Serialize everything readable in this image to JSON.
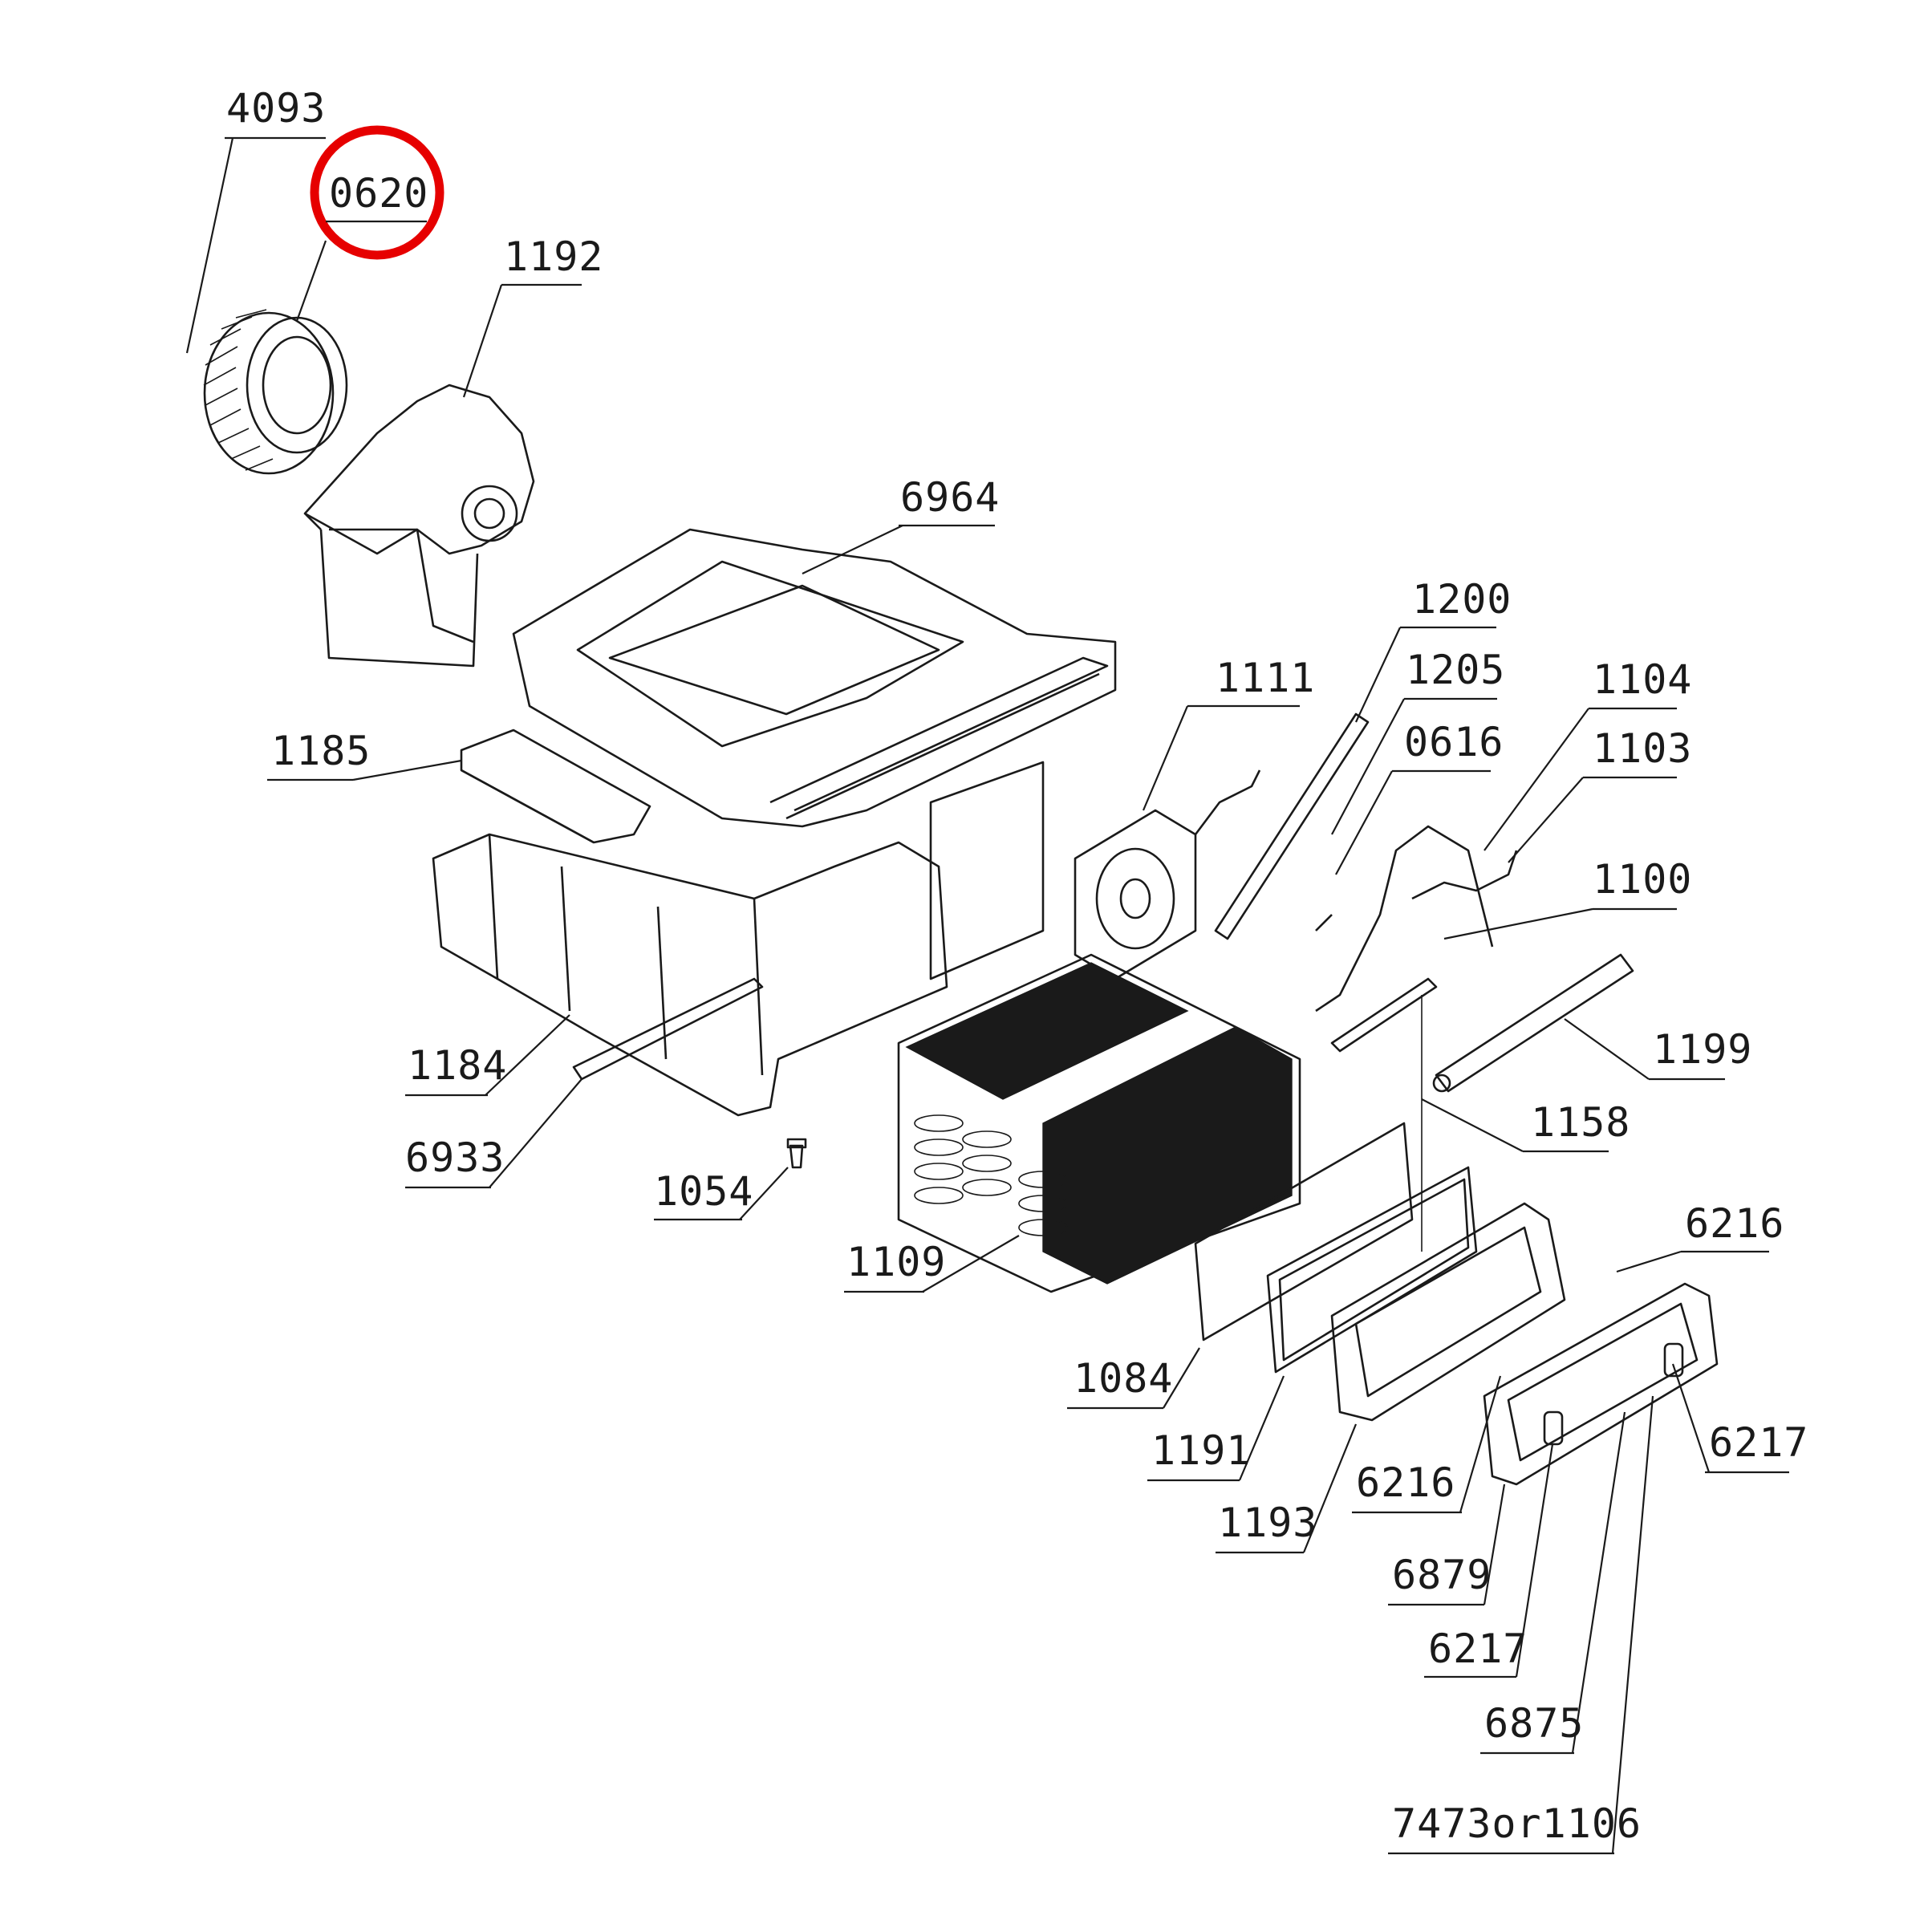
{
  "highlight": {
    "part": "0620",
    "color": "#e60000"
  },
  "callouts": [
    {
      "id": "4093"
    },
    {
      "id": "0620"
    },
    {
      "id": "1192"
    },
    {
      "id": "6964"
    },
    {
      "id": "1185"
    },
    {
      "id": "1184"
    },
    {
      "id": "6933"
    },
    {
      "id": "1054"
    },
    {
      "id": "1111"
    },
    {
      "id": "1200"
    },
    {
      "id": "1205"
    },
    {
      "id": "0616"
    },
    {
      "id": "1104"
    },
    {
      "id": "1103"
    },
    {
      "id": "1100"
    },
    {
      "id": "1199"
    },
    {
      "id": "1158"
    },
    {
      "id": "1109"
    },
    {
      "id": "1084"
    },
    {
      "id": "1191"
    },
    {
      "id": "1193"
    },
    {
      "id": "6216"
    },
    {
      "id": "6216"
    },
    {
      "id": "6217"
    },
    {
      "id": "6217"
    },
    {
      "id": "6879"
    },
    {
      "id": "6875"
    },
    {
      "id": "7473or1106"
    }
  ]
}
